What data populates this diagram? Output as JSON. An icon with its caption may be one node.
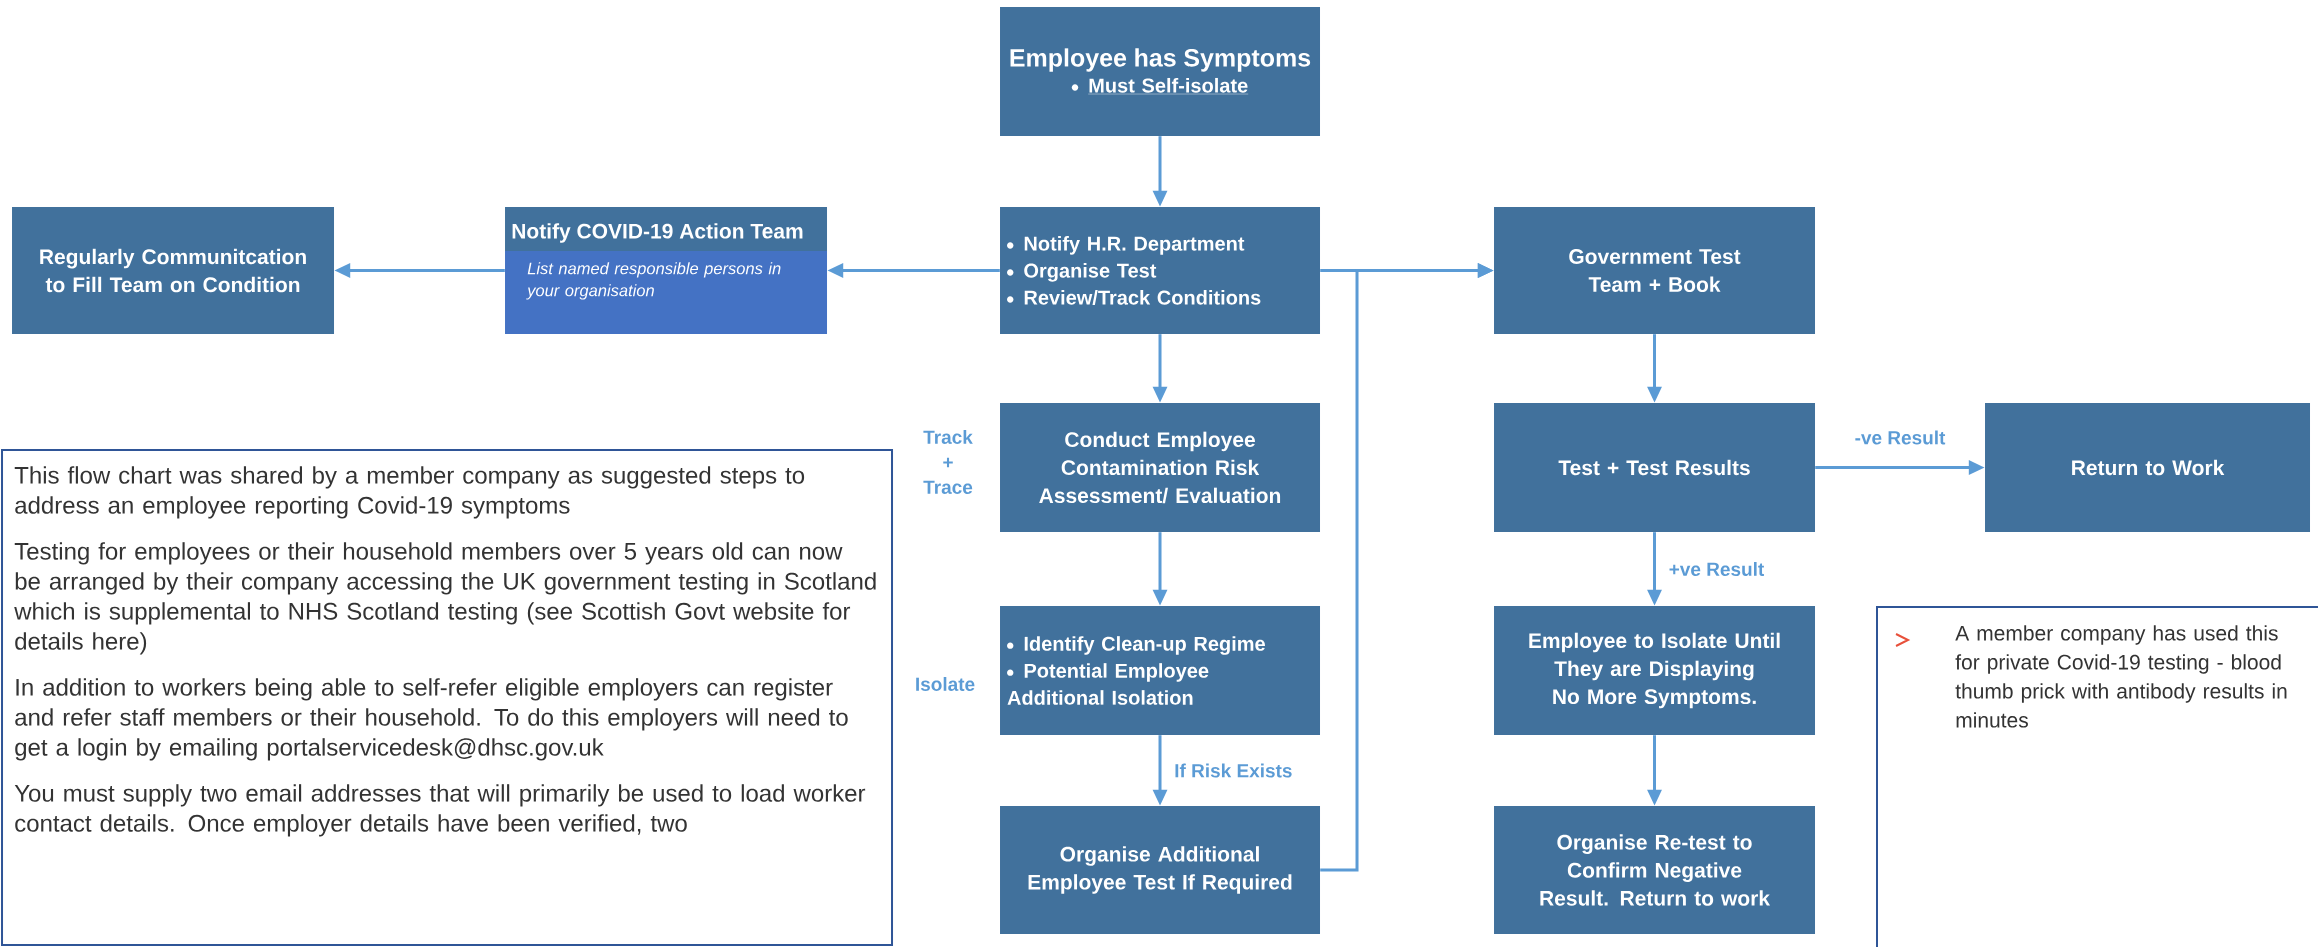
{
  "diagram": {
    "nodes": [
      {
        "text": [
          "Employee has Symptoms",
          "Must Self-isolate"
        ]
      },
      {
        "text": [
          "Notify H.R. Department",
          "Organise Test",
          "Review/Track Conditions"
        ]
      },
      {
        "text": [
          "Government Test Team + Book"
        ]
      },
      {
        "text": [
          "Notify COVID-19 Action Team",
          "List named responsible persons in your organisation"
        ]
      },
      {
        "text": [
          "Regularly Communitcation to Fill Team on Condition"
        ]
      },
      {
        "text": [
          "Conduct Employee Contamination Risk Assessment/ Evaluation"
        ],
        "beside": [
          "Track + Trace"
        ]
      },
      {
        "text": [
          "Test + Test Results"
        ]
      },
      {
        "text": [
          "Return to Work"
        ]
      },
      {
        "text": [
          "Identify Clean-up Regime",
          "Potential Employee Additional Isolation"
        ],
        "beside": [
          "Isolate"
        ]
      },
      {
        "text": [
          "Employee to Isolate Until They are Displaying No More Symptoms."
        ]
      },
      {
        "text": [
          "Organise Additional Employee Test If Required"
        ]
      },
      {
        "text": [
          "Organise Re-test to Confirm Negative Result. Return to work"
        ]
      },
      {
        "text": [
          "This flow chart was shared by a member company as suggested steps to address an employee reporting Covid-19 symptoms",
          "Testing for employees or their household members over 5 years old can now be arranged by their company accessing the UK government testing in Scotland which is supplemental to NHS Scotland testing (see Scottish Govt website for details here)",
          "In addition to workers being able to self-refer eligible employers can register and refer staff members or their household.   To do this employers will need to get a login by emailing portalservicedesk@dhsc.gov.uk",
          "You must supply two email addresses that will primarily be used to load worker contact details. Once employer details have been verified, two"
        ]
      },
      {
        "text": [
          "A member company has used this for private Covid-19 testing - blood thumb prick with antibody results in minutes"
        ]
      }
    ],
    "edges": [
      {
        "from": 0,
        "to": 1,
        "arrow": "to"
      },
      {
        "from": 1,
        "to": 3,
        "arrow": "to"
      },
      {
        "from": 3,
        "to": 4,
        "arrow": "to"
      },
      {
        "from": 1,
        "to": 2,
        "arrow": "to"
      },
      {
        "from": 2,
        "to": 6,
        "arrow": "to"
      },
      {
        "from": 6,
        "to": 7,
        "arrow": "to",
        "label": "-ve Result"
      },
      {
        "from": 6,
        "to": 9,
        "arrow": "to",
        "label": "+ve Result"
      },
      {
        "from": 1,
        "to": 5,
        "arrow": "to"
      },
      {
        "from": 5,
        "to": 8,
        "arrow": "to"
      },
      {
        "from": 8,
        "to": 10,
        "arrow": "to",
        "label": "If Risk Exists"
      },
      {
        "from": 9,
        "to": 11,
        "arrow": "to"
      },
      {
        "from": 10,
        "to": 2,
        "arrow": "to"
      }
    ]
  }
}
